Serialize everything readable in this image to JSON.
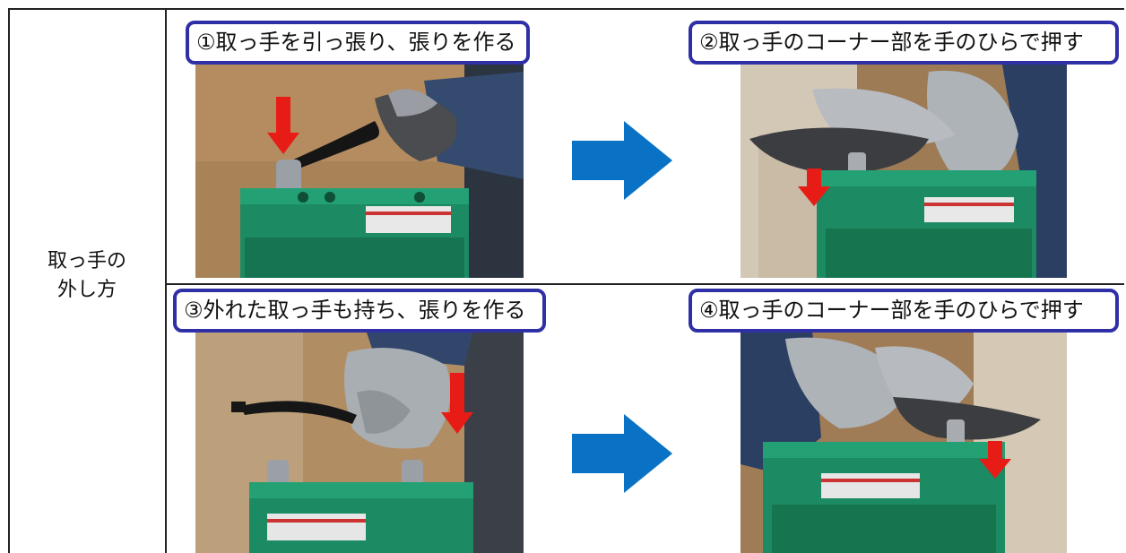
{
  "row": {
    "label_line1": "取っ手の",
    "label_line2": "外し方"
  },
  "steps": [
    {
      "label": "①取っ手を引っ張り、張りを作る"
    },
    {
      "label": "②取っ手のコーナー部を手のひらで押す"
    },
    {
      "label": "③外れた取っ手も持ち、張りを作る"
    },
    {
      "label": "④取っ手のコーナー部を手のひらで押す"
    }
  ],
  "colors": {
    "label_border": "#2f2fa6",
    "flow_arrow": "#0a72c4",
    "indicator_arrow": "#e81c16",
    "battery_body": "#1c8a63"
  },
  "icons": {
    "flow": "right-arrow-icon",
    "indicator": "down-arrow-icon"
  }
}
